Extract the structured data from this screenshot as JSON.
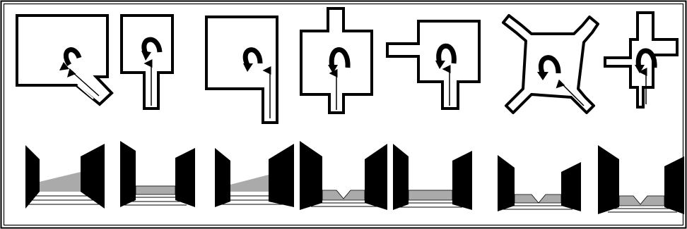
{
  "figure": {
    "panel_count": 7,
    "rows": [
      "top-down-maze-layouts",
      "first-person-corridor-views"
    ],
    "colors": {
      "wall": "#000000",
      "background": "#ffffff",
      "floor": "#aaaaaa"
    },
    "icons": [
      "u-turn-arrow-icon",
      "straight-arrow-icon"
    ]
  }
}
